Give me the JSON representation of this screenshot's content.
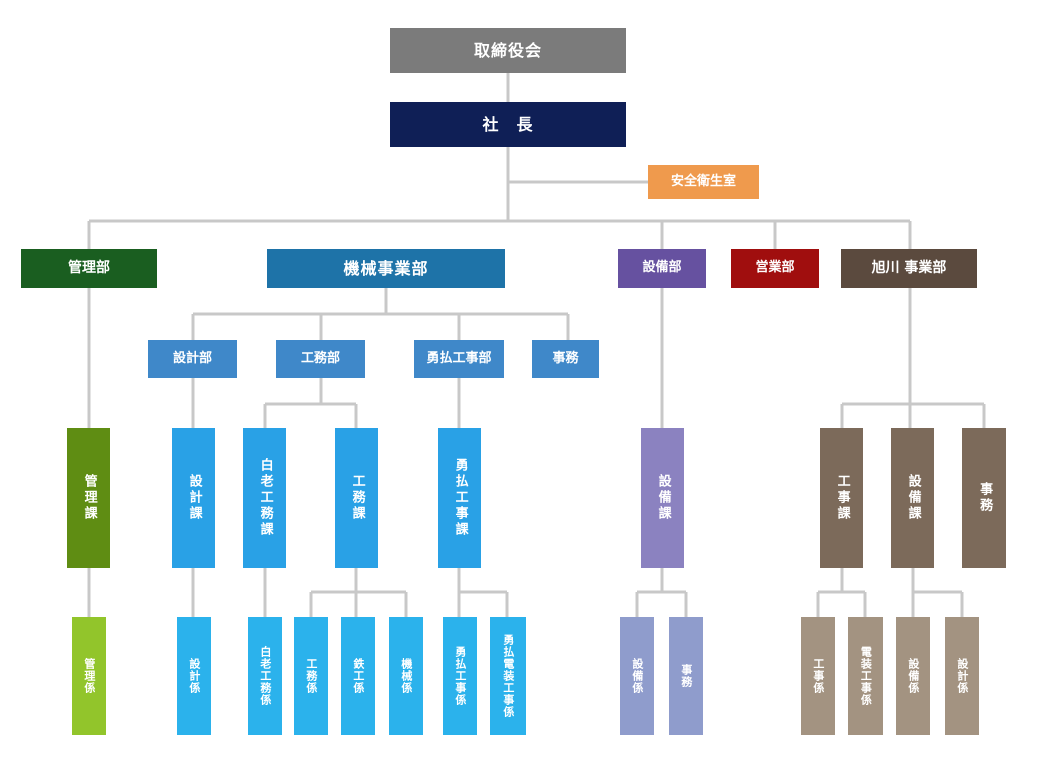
{
  "colors": {
    "line": "#c8c8c8",
    "board": "#7b7b7b",
    "president": "#0f1f56",
    "safety": "#ef9a4d",
    "admin_dept": "#1a5e20",
    "admin_section": "#5f8d13",
    "admin_unit": "#92c52b",
    "machinery_dept": "#1e73a8",
    "machinery_sub": "#3f88c9",
    "machinery_section": "#29a1e6",
    "machinery_unit": "#2bb2ec",
    "equipment_dept": "#6651a0",
    "equipment_section": "#8b82c0",
    "equipment_unit": "#8f9ccc",
    "sales_dept": "#a00e0e",
    "asahikawa_dept": "#5b4a3e",
    "asahikawa_section": "#7c6a5a",
    "asahikawa_unit": "#a39381"
  },
  "org": {
    "board": "取締役会",
    "president": "社　長",
    "safety_office": "安全衛生室",
    "admin": {
      "dept": "管理部",
      "section": "管理課",
      "unit": "管理係"
    },
    "machinery": {
      "dept": "機械事業部",
      "design": {
        "name": "設計部",
        "section": "設計課",
        "unit": "設計係"
      },
      "works": {
        "name": "工務部",
        "shiraoi_section": "白老工務課",
        "shiraoi_unit": "白老工務係",
        "works_section": "工務課",
        "works_units": [
          "工務係",
          "鉄工係",
          "機械係"
        ]
      },
      "yufutsu": {
        "name": "勇払工事部",
        "section": "勇払工事課",
        "units": [
          "勇払工事係",
          "勇払電装工事係"
        ]
      },
      "office": "事務"
    },
    "equipment": {
      "dept": "設備部",
      "section": "設備課",
      "units": [
        "設備係",
        "事務"
      ]
    },
    "sales": {
      "dept": "営業部"
    },
    "asahikawa": {
      "dept": "旭川 事業部",
      "sections": [
        "工事課",
        "設備課",
        "事務"
      ],
      "units_construction": [
        "工事係",
        "電装工事係"
      ],
      "units_equipment": [
        "設備係",
        "設計係"
      ]
    }
  }
}
